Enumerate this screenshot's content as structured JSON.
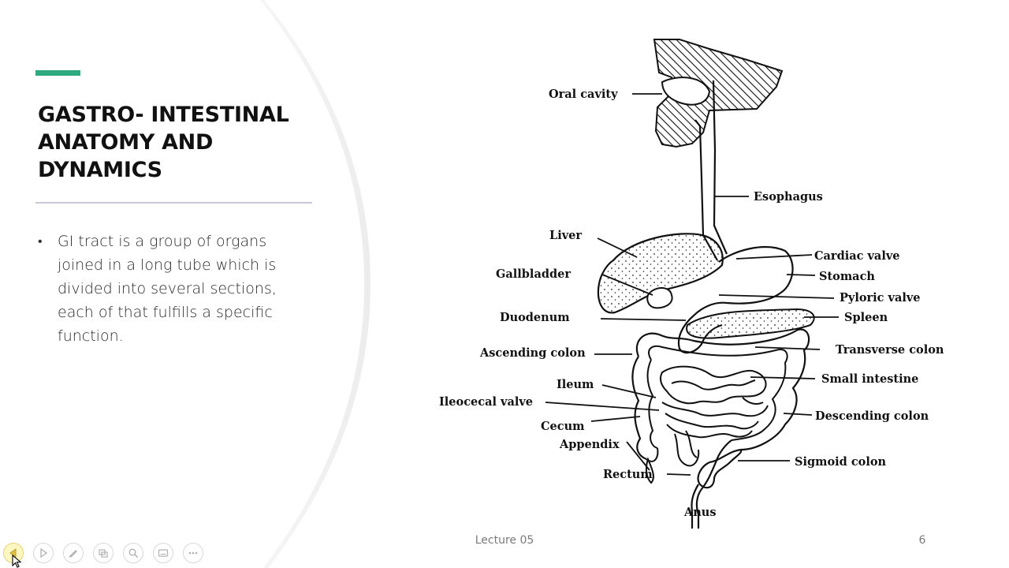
{
  "slide": {
    "title": "GASTRO- INTESTINAL ANATOMY AND DYNAMICS",
    "bullets": [
      "GI tract is a group of organs joined in a long tube which is divided into several sections, each of that fulfills a specific function."
    ],
    "accent_color": "#2eaa80"
  },
  "diagram": {
    "labels": {
      "oral_cavity": "Oral cavity",
      "esophagus": "Esophagus",
      "liver": "Liver",
      "gallbladder": "Gallbladder",
      "cardiac_valve": "Cardiac valve",
      "stomach": "Stomach",
      "pyloric_valve": "Pyloric valve",
      "duodenum": "Duodenum",
      "spleen": "Spleen",
      "ascending_colon": "Ascending colon",
      "transverse_colon": "Transverse colon",
      "ileum": "Ileum",
      "small_intestine": "Small intestine",
      "ileocecal_valve": "Ileocecal valve",
      "cecum": "Cecum",
      "descending_colon": "Descending colon",
      "appendix": "Appendix",
      "sigmoid_colon": "Sigmoid colon",
      "rectum": "Rectum",
      "anus": "Anus"
    }
  },
  "footer": {
    "center_text": "Lecture 05",
    "slide_number": "6"
  },
  "toolbar": {
    "buttons": [
      "previous-icon",
      "next-icon",
      "pen-icon",
      "slides-icon",
      "zoom-icon",
      "subtitles-icon",
      "more-icon"
    ]
  }
}
